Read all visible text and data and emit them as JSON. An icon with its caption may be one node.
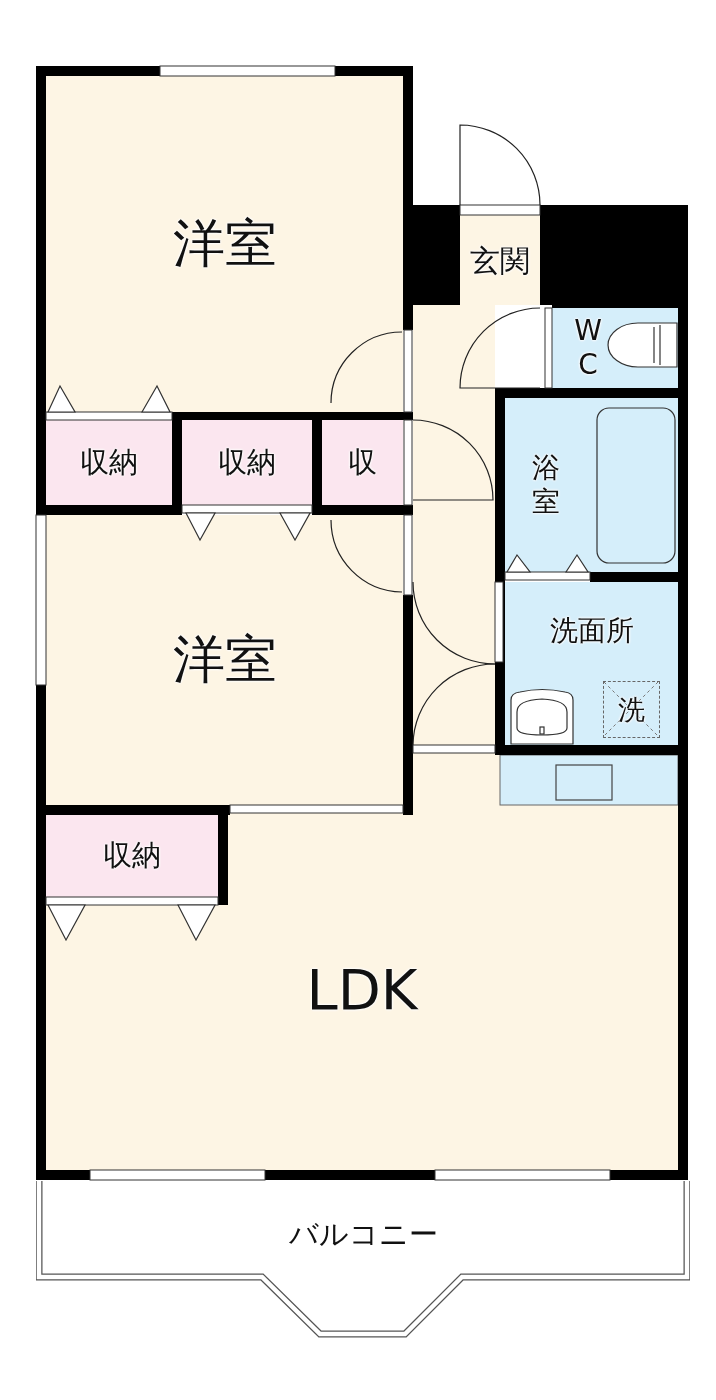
{
  "diagram": {
    "nodes": [
      {
        "text": [
          "洋室"
        ]
      },
      {
        "text": [
          "玄関"
        ]
      },
      {
        "text": [
          "W C"
        ]
      },
      {
        "text": [
          "収納"
        ]
      },
      {
        "text": [
          "収納"
        ]
      },
      {
        "text": [
          "収"
        ]
      },
      {
        "text": [
          "浴室"
        ]
      },
      {
        "text": [
          "洋室"
        ]
      },
      {
        "text": [
          "洗面所"
        ]
      },
      {
        "text": [
          "洗"
        ],
        "in": 8
      },
      {
        "text": [
          "収納"
        ]
      },
      {
        "text": [
          "LDK"
        ]
      },
      {
        "text": [
          "バルコニー"
        ]
      }
    ],
    "edges": []
  }
}
